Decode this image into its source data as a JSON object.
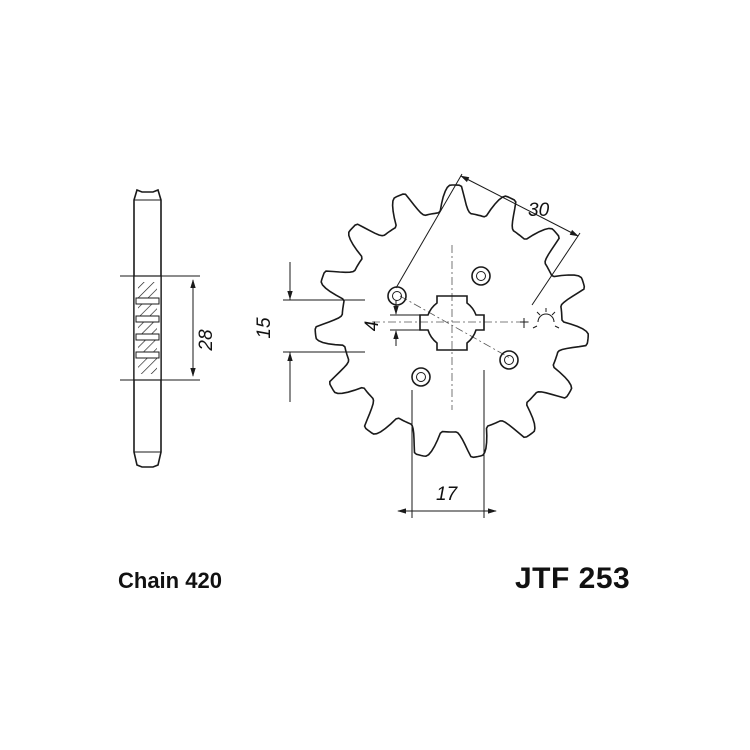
{
  "caption": {
    "chain": "Chain 420",
    "part_number": "JTF 253"
  },
  "dimensions": {
    "offset": "28",
    "spline": "15",
    "key": "4",
    "bolt_pcd": "30",
    "bolt_spacing": "17"
  },
  "sprocket": {
    "teeth": 15
  }
}
